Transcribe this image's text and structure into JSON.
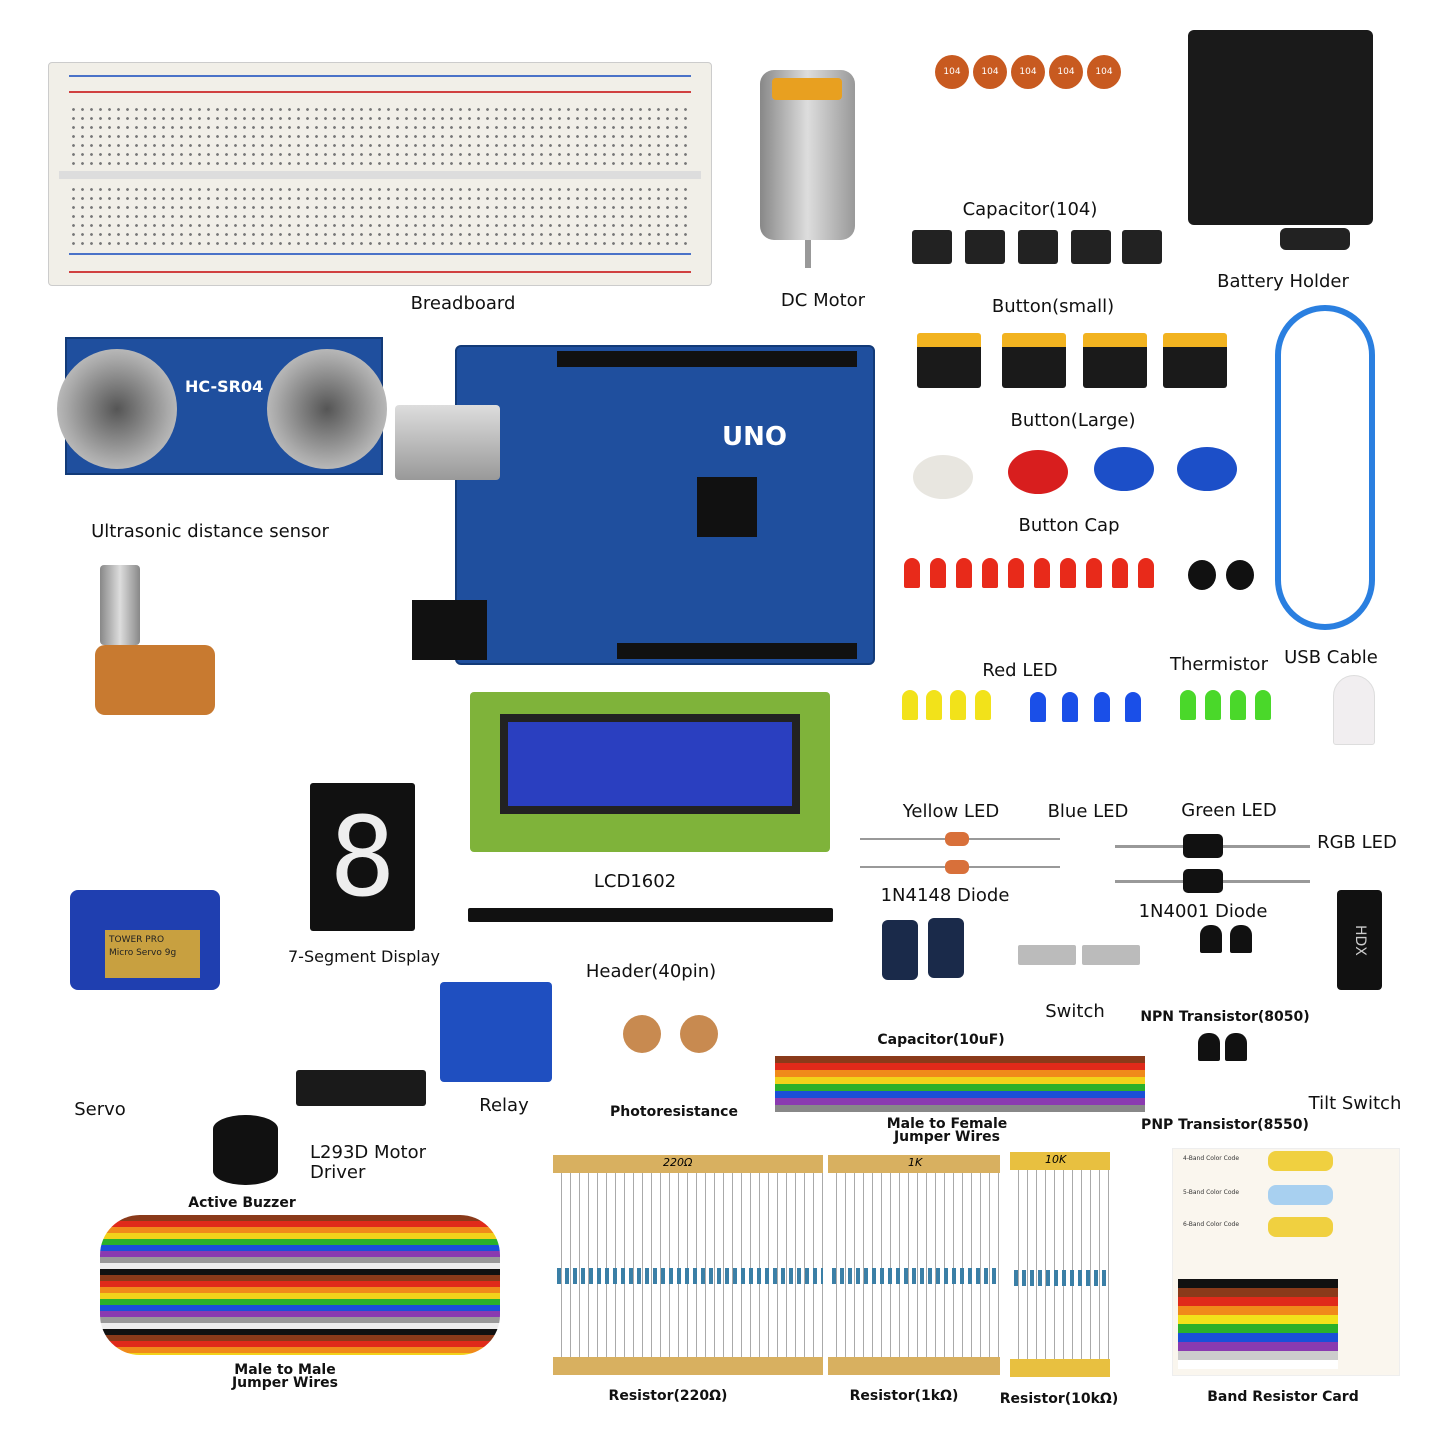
{
  "labels": {
    "breadboard": "Breadboard",
    "dc_motor": "DC Motor",
    "capacitor_104": "Capacitor(104)",
    "battery_holder": "Battery Holder",
    "button_small": "Button(small)",
    "button_large": "Button(Large)",
    "button_cap": "Button Cap",
    "ultrasonic": "Ultrasonic distance sensor",
    "usb_cable": "USB Cable",
    "red_led": "Red LED",
    "thermistor": "Thermistor",
    "yellow_led": "Yellow LED",
    "blue_led": "Blue LED",
    "green_led": "Green LED",
    "rgb_led": "RGB LED",
    "lcd": "LCD1602",
    "diode_1n4148": "1N4148 Diode",
    "diode_1n4001": "1N4001 Diode",
    "seven_segment": "7-Segment Display",
    "header": "Header(40pin)",
    "switch": "Switch",
    "npn": "NPN Transistor(8050)",
    "capacitor_10uf": "Capacitor(10uF)",
    "servo": "Servo",
    "relay": "Relay",
    "photoresistance": "Photoresistance",
    "mf_jumper_1": "Male to Female",
    "mf_jumper_2": "Jumper Wires",
    "pnp": "PNP Transistor(8550)",
    "tilt_switch": "Tilt Switch",
    "l293d_1": "L293D Motor",
    "l293d_2": "Driver",
    "buzzer": "Active Buzzer",
    "mm_jumper_1": "Male to Male",
    "mm_jumper_2": "Jumper Wires",
    "resistor_220": "Resistor(220Ω)",
    "resistor_1k": "Resistor(1kΩ)",
    "resistor_10k": "Resistor(10kΩ)",
    "resistor_card": "Band Resistor Card"
  },
  "markings": {
    "sensor": "HC-SR04",
    "board": "UNO",
    "cap104": "104",
    "r220": "220Ω",
    "r1k": "1K",
    "r10k": "10K",
    "servo_brand": "TOWER PRO",
    "servo_model": "Micro Servo 9g",
    "tilt": "HDX",
    "card_4band": "4-Band Color Code",
    "card_5band": "5-Band Color Code",
    "card_6band": "6-Band Color Code"
  },
  "colors": {
    "pcb": "#1f4f9e",
    "lcd_green": "#7fb33a",
    "lcd_screen": "#2a3fc0"
  }
}
